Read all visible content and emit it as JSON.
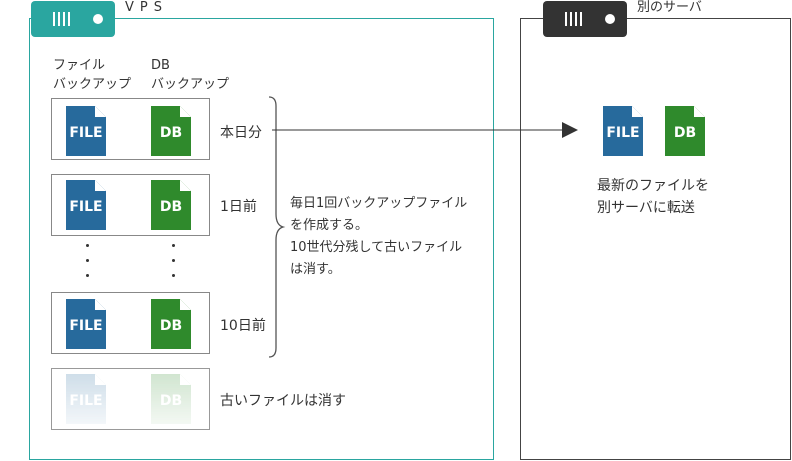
{
  "vps": {
    "title": "VPS"
  },
  "other_server": {
    "title": "別のサーバ"
  },
  "columns": {
    "file": [
      "ファイル",
      "バックアップ"
    ],
    "db": [
      "DB",
      "バックアップ"
    ]
  },
  "icons": {
    "file_label": "FILE",
    "db_label": "DB"
  },
  "colors": {
    "file": "#276a9c",
    "db": "#2f8a2c",
    "vps_accent": "#2aa6a0",
    "other_accent": "#333333"
  },
  "rows": [
    {
      "label": "本日分"
    },
    {
      "label": "1日前"
    },
    {
      "label": "10日前"
    }
  ],
  "old_row": {
    "label": "古いファイルは消す"
  },
  "note": [
    "毎日1回バックアップファイル",
    "を作成する。",
    "10世代分残して古いファイル",
    "は消す。"
  ],
  "destination": {
    "caption": [
      "最新のファイルを",
      "別サーバに転送"
    ]
  }
}
